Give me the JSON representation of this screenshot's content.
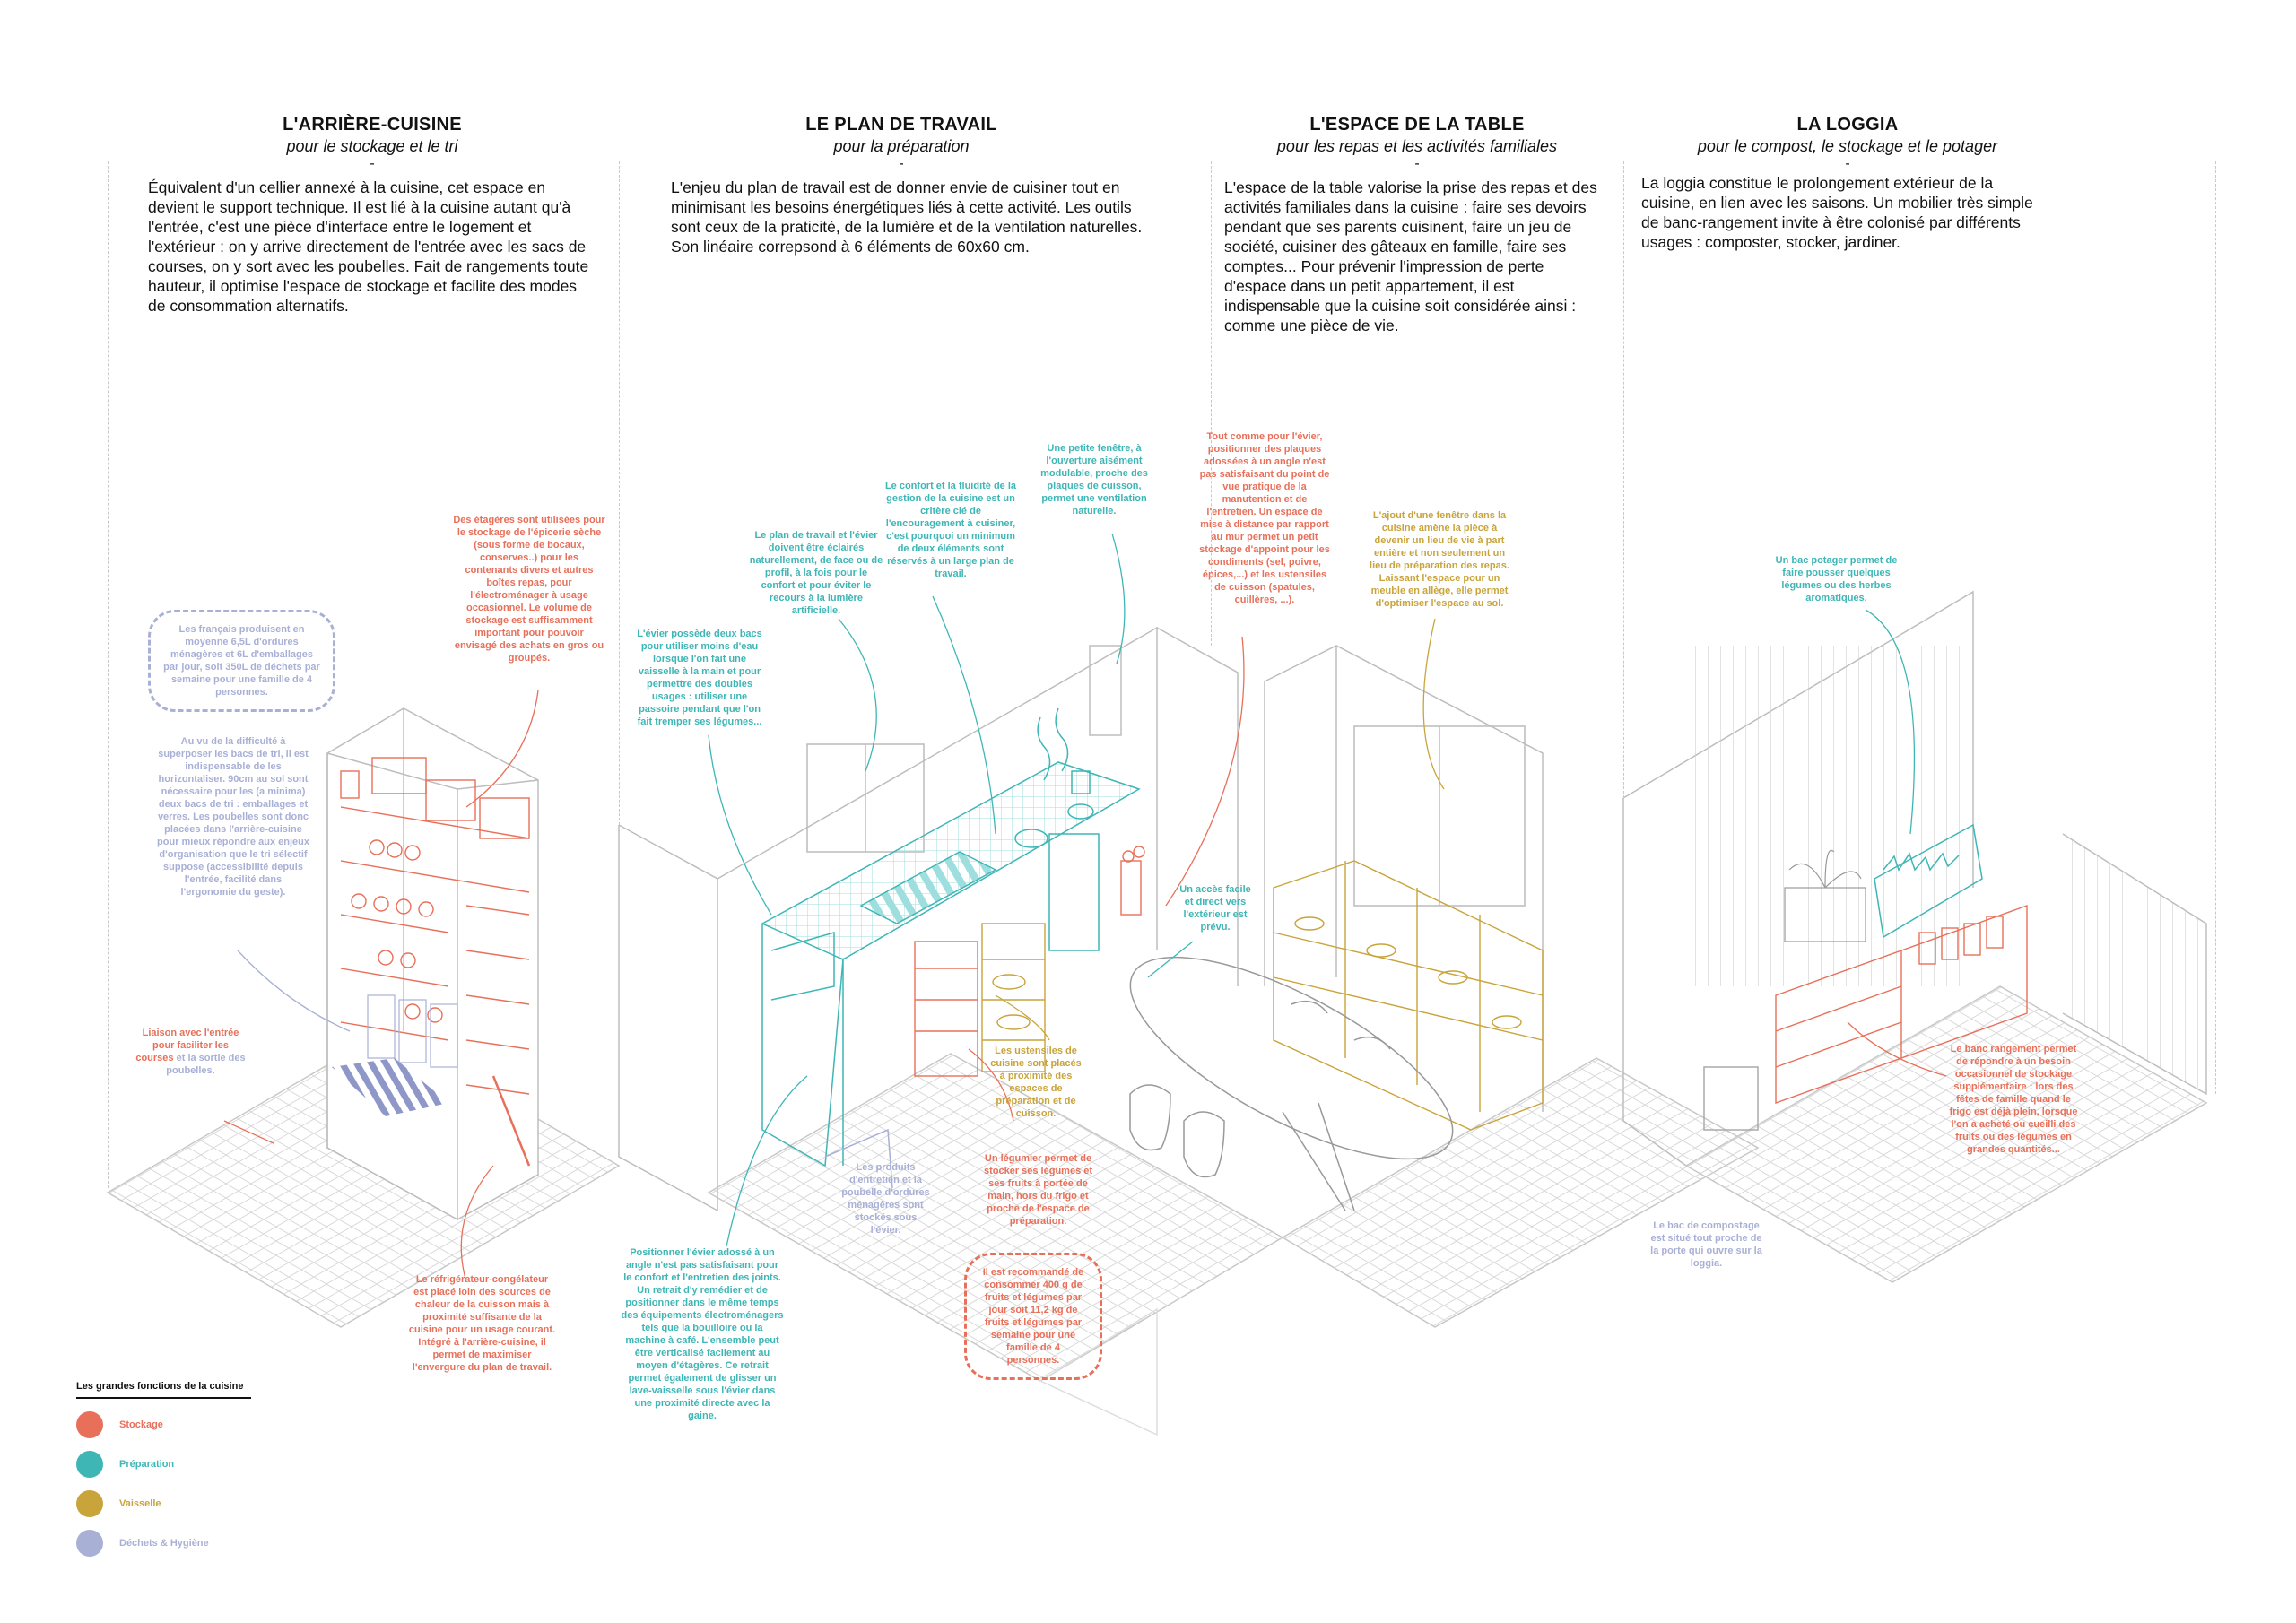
{
  "columns": [
    {
      "title": "L'ARRIÈRE-CUISINE",
      "subtitle": "pour le stockage et le tri",
      "dash": "-",
      "body": "Équivalent d'un cellier annexé à la cuisine, cet espace en devient le support technique. Il est lié à la cuisine autant qu'à l'entrée, c'est une pièce d'interface entre le logement et l'extérieur : on y arrive directement de l'entrée avec les sacs de courses, on y sort avec les  poubelles. Fait de rangements toute hauteur, il optimise l'espace de stockage et facilite des modes de consommation alternatifs."
    },
    {
      "title": "LE PLAN DE TRAVAIL",
      "subtitle": "pour la préparation",
      "dash": "-",
      "body": "L'enjeu du plan de travail est de donner envie de cuisiner tout en minimisant les besoins énergétiques liés à cette activité. Les outils sont ceux de la praticité, de la lumière et de la ventilation naturelles. Son linéaire correpsond à 6 éléments de 60x60 cm."
    },
    {
      "title": "L'ESPACE DE LA TABLE",
      "subtitle": "pour les repas et les activités familiales",
      "dash": "-",
      "body": "L'espace de la table valorise la prise des repas et des activités familiales dans la cuisine : faire ses devoirs pendant que ses parents cuisinent, faire un jeu de société, cuisiner des gâteaux en famille, faire ses comptes... Pour prévenir l'impression de perte d'espace dans un petit appartement, il est indispensable que la cuisine soit considérée ainsi : comme une pièce de vie."
    },
    {
      "title": "LA LOGGIA",
      "subtitle": "pour le compost, le stockage et le potager",
      "dash": "-",
      "body": "La loggia constitue le prolongement extérieur de la cuisine, en lien avec les saisons. Un mobilier très simple de banc-rangement invite à être colonisé par différents usages : composter, stocker, jardiner."
    }
  ],
  "annotations": {
    "a1": "Les français produisent en moyenne 6,5L d'ordures ménagères et 6L d'emballages par jour, soit 350L de déchets par semaine pour une famille de 4 personnes.",
    "a2": "Des étagères sont utilisées pour le stockage de l'épicerie sèche (sous forme de bocaux, conserves..) pour les contenants divers et autres boîtes repas, pour l'électroménager à usage occasionnel. Le volume de stockage est suffisamment important pour pouvoir envisagé des achats en gros ou groupés.",
    "a3": "Au vu de la difficulté à superposer les bacs de tri,  il est indispensable de les horizontaliser. 90cm au sol sont nécessaire pour les (a minima) deux bacs de tri  : emballages et verres. Les poubelles sont donc placées dans l'arrière-cuisine pour mieux répondre aux enjeux d'organisation que le tri sélectif suppose (accessibilité depuis l'entrée, facilité dans l'ergonomie du geste).",
    "a4a": "Liaison avec l'entrée pour faciliter les courses",
    "a4b": "et la sortie des poubelles.",
    "a5": "Le réfrigérateur-congélateur est placé loin des sources de chaleur de la cuisson mais à proximité suffisante de la cuisine pour un usage courant. Intégré à l'arrière-cuisine, il permet de maximiser l'envergure du plan de travail.",
    "a6": "L'évier possède deux bacs pour utiliser moins d'eau lorsque l'on fait une vaisselle à la main et pour permettre des doubles usages : utiliser une passoire pendant que l'on fait tremper ses légumes...",
    "a7": "Le plan de travail et l'évier doivent être éclairés naturellement, de face ou de profil, à la fois pour le confort et pour éviter le recours à la lumière artificielle.",
    "a8": "Le confort et la fluidité de la gestion de la cuisine est un critère clé de l'encouragement à cuisiner, c'est pourquoi un minimum de deux éléments sont réservés à un large plan de travail.",
    "a9": "Une  petite fenêtre, à l'ouverture aisément modulable, proche des plaques de cuisson, permet une ventilation naturelle.",
    "a10": "Un accès facile et direct vers l'extérieur est prévu.",
    "a11": "Les ustensiles de cuisine sont placés à proximité des espaces de préparation et de cuisson.",
    "a12": "Les produits d'entretien et la poubelle d'ordures ménagères sont stockés sous l'évier.",
    "a13": "Un légumier permet de stocker ses légumes et ses fruits à portée de main, hors du frigo et proche de l'espace de préparation.",
    "a14": "Positionner l'évier adossé à un angle n'est pas satisfaisant pour le confort et l'entretien des joints. Un retrait d'y remédier et de positionner dans le même temps des équipements électroménagers tels que la bouilloire ou la machine à café. L'ensemble peut être verticalisé facilement au moyen d'étagères. Ce retrait permet également de glisser un lave-vaisselle sous l'évier dans une proximité directe avec la gaine.",
    "a15": "Il est recommandé de consommer 400 g de fruits et légumes par jour soit 11,2 kg de fruits et légumes par semaine pour une famille de 4 personnes.",
    "a16": "Tout comme pour l'évier, positionner des plaques adossées à un angle n'est pas satisfaisant du point de vue pratique de la manutention et de l'entretien. Un espace de mise à distance par rapport au mur permet un petit stockage d'appoint pour les condiments (sel, poivre, épices,...) et les ustensiles de cuisson (spatules, cuillères, ...).",
    "a17": "L'ajout d'une fenêtre dans la cuisine amène la pièce à devenir un lieu de vie à part entière et non seulement un lieu de préparation des repas. Laissant l'espace pour un meuble en  allège, elle permet d'optimiser l'espace au sol.",
    "a18": "Un bac potager permet de faire pousser quelques légumes ou des herbes aromatiques.",
    "a19": "Le banc rangement permet de répondre à un besoin occasionnel de stockage supplémentaire : lors des fêtes de famille quand le frigo est déjà plein, lorsque l'on a acheté ou cueilli des fruits ou des légumes en grandes quantités...",
    "a20": "Le bac de compostage est situé tout proche de la porte qui ouvre sur la loggia."
  },
  "legend": {
    "title": "Les grandes fonctions de la cuisine",
    "items": [
      {
        "label": "Stockage",
        "color": "#e8705a"
      },
      {
        "label": "Préparation",
        "color": "#3fb6b6"
      },
      {
        "label": "Vaisselle",
        "color": "#c9a43a"
      },
      {
        "label": "Déchets & Hygiène",
        "color": "#a9b0d6"
      }
    ]
  },
  "colors": {
    "stockage": "#e8705a",
    "preparation": "#3fb6b6",
    "vaisselle": "#c9a43a",
    "dechets": "#a9b0d6",
    "line": "#b5b5b5"
  }
}
